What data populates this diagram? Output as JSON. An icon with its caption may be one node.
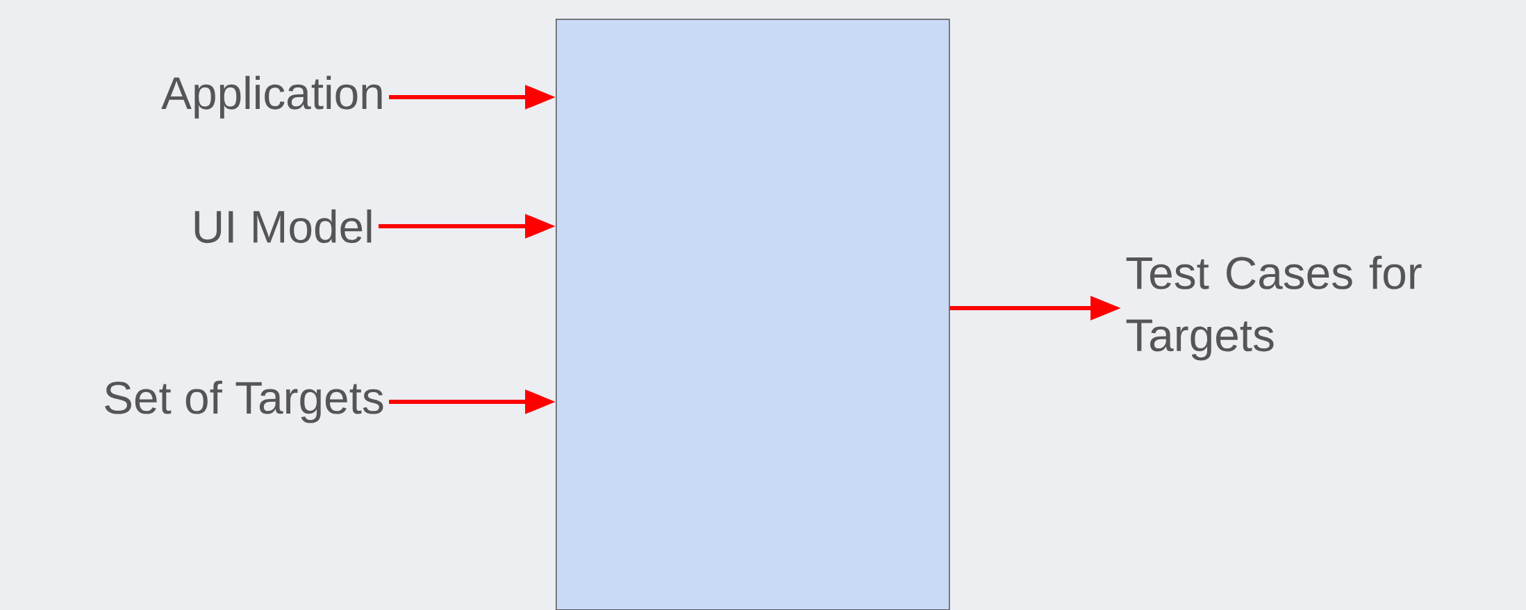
{
  "diagram": {
    "nodes": [
      {
        "text": [
          "Application"
        ]
      },
      {
        "text": [
          "UI Model"
        ]
      },
      {
        "text": [
          "Set of Targets"
        ]
      },
      {
        "text": [],
        "shape": "box"
      },
      {
        "text": [
          "Test Cases for Targets"
        ]
      }
    ],
    "edges": [
      {
        "from": 0,
        "to": 3,
        "arrow": "to"
      },
      {
        "from": 1,
        "to": 3,
        "arrow": "to"
      },
      {
        "from": 2,
        "to": 3,
        "arrow": "to"
      },
      {
        "from": 3,
        "to": 4,
        "arrow": "to"
      }
    ]
  }
}
